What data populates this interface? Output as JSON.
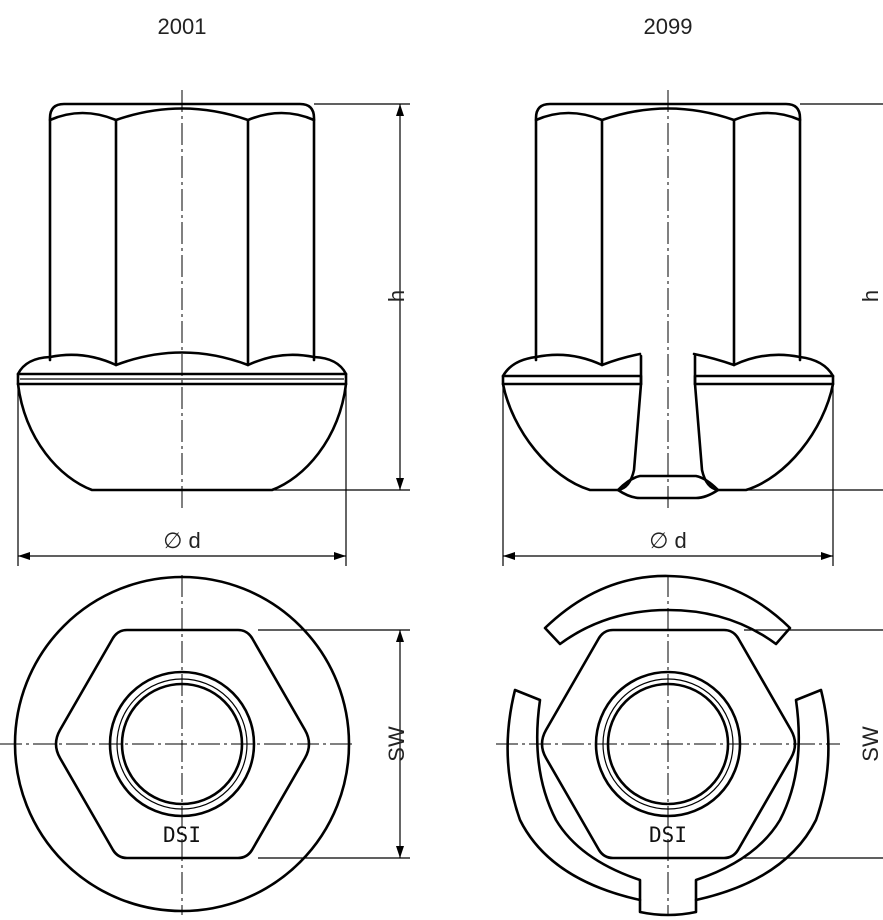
{
  "models": [
    {
      "model_number": "2001",
      "label_height": "h",
      "label_diameter": "∅ d",
      "label_across_flats": "SW",
      "marking": "DSI"
    },
    {
      "model_number": "2099",
      "label_height": "h",
      "label_diameter": "∅ d",
      "label_across_flats": "SW",
      "marking": "DSI"
    }
  ]
}
